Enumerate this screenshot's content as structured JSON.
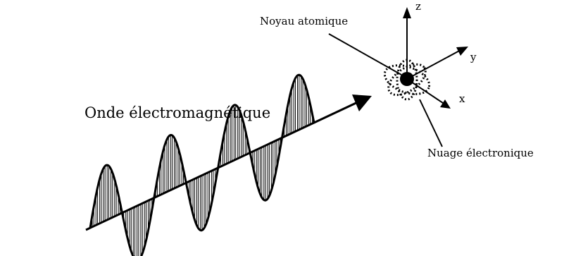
{
  "labels": {
    "wave": "Onde électromagnétique",
    "nucleus": "Noyau atomique",
    "cloud": "Nuage électronique",
    "axis_x": "x",
    "axis_y": "y",
    "axis_z": "z"
  },
  "colors": {
    "ink": "#000000",
    "background": "#ffffff"
  },
  "wave": {
    "cycles": 3.5
  }
}
